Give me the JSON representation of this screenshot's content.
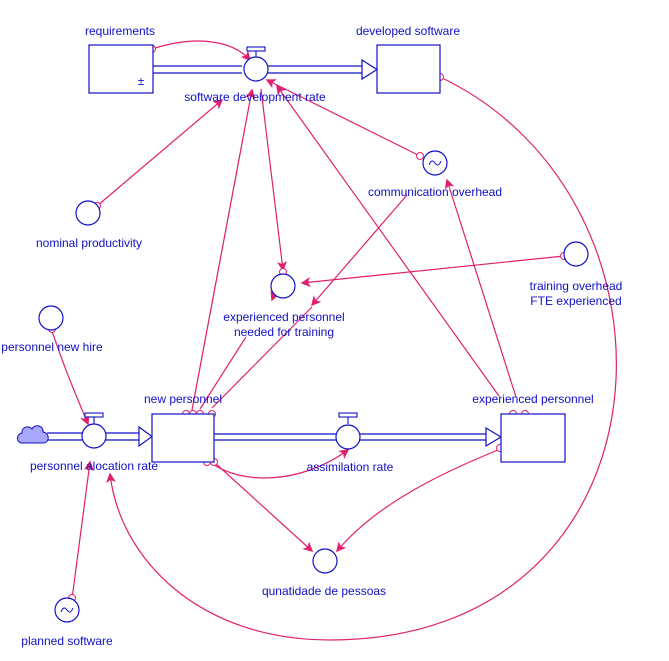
{
  "colors": {
    "stock": "#1010c8",
    "link": "#e0206e",
    "background": "#ffffff",
    "cloud_fill": "#a8a8ff"
  },
  "stocks": {
    "requirements": {
      "label": "requirements",
      "sign": "±"
    },
    "developed_software": {
      "label": "developed software"
    },
    "new_personnel": {
      "label": "new personnel"
    },
    "experienced_personnel": {
      "label": "experienced personnel"
    }
  },
  "flows": {
    "software_development_rate": {
      "label": "software development rate"
    },
    "personnel_allocation_rate": {
      "label": "personnel alocation rate"
    },
    "assimilation_rate": {
      "label": "assimilation rate"
    }
  },
  "variables": {
    "nominal_productivity": {
      "label": "nominal productivity"
    },
    "communication_overhead": {
      "label": "communication overhead",
      "icon": "tilde-icon"
    },
    "experienced_personnel_needed": {
      "label_line1": "experienced personnel",
      "label_line2": "needed for training"
    },
    "training_overhead": {
      "label_line1": "training overhead",
      "label_line2": "FTE experienced"
    },
    "personnel_new_hire": {
      "label": "personnel new hire"
    },
    "planned_software": {
      "label": "planned software",
      "icon": "tilde-icon"
    },
    "quantidade_de_pessoas": {
      "label": "qunatidade de pessoas"
    }
  }
}
